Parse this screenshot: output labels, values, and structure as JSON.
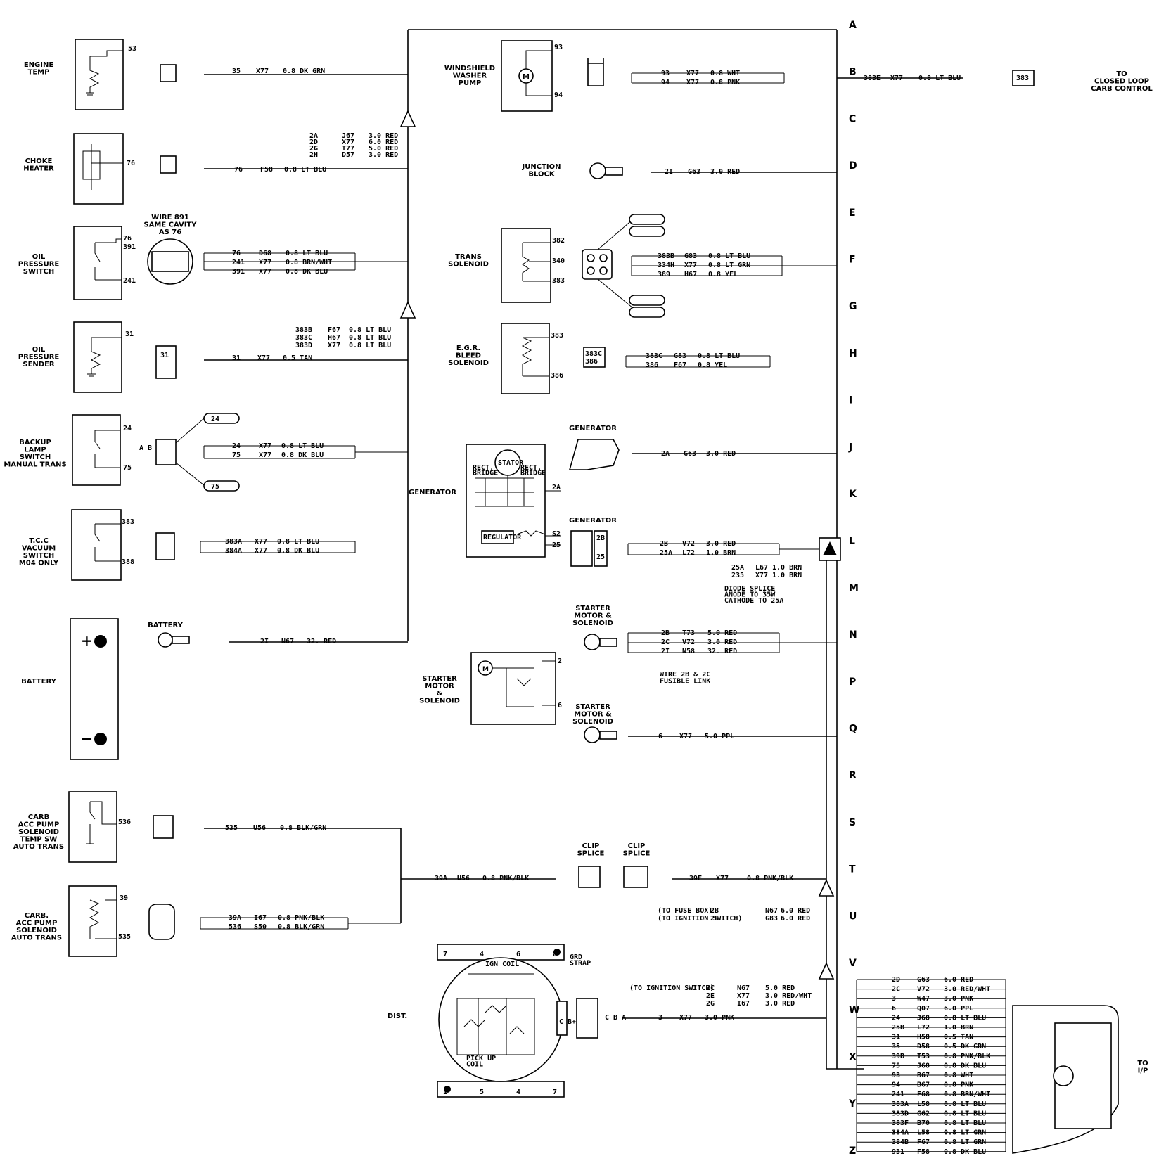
{
  "rows": [
    "A",
    "B",
    "C",
    "D",
    "E",
    "F",
    "G",
    "H",
    "I",
    "J",
    "K",
    "L",
    "M",
    "N",
    "P",
    "Q",
    "R",
    "S",
    "T",
    "U",
    "V",
    "W",
    "X",
    "Y",
    "Z"
  ],
  "components": {
    "engine_temp": {
      "name": "ENGINE\nTEMP",
      "pin": "53",
      "wire": [
        "35",
        "X77",
        "0.8 DK GRN"
      ]
    },
    "choke_heater": {
      "name": "CHOKE\nHEATER",
      "pin": "76",
      "conn": "76",
      "wire": [
        "76",
        "F58",
        "0.8 LT BLU"
      ]
    },
    "oil_pressure_switch": {
      "name": "OIL\nPRESSURE\nSWITCH",
      "pins": [
        "76",
        "391",
        "241"
      ],
      "note": "WIRE 891\nSAME CAVITY\nAS 76",
      "wires": [
        [
          "76",
          "D68",
          "0.8 LT BLU"
        ],
        [
          "241",
          "X77",
          "0.8 BRN/WHT"
        ],
        [
          "391",
          "X77",
          "0.8 DK BLU"
        ]
      ]
    },
    "oil_pressure_sender": {
      "name": "OIL\nPRESSURE\nSENDER",
      "pin": "31",
      "conn": "31",
      "wire": [
        "31",
        "X77",
        "0.5 TAN"
      ]
    },
    "backup_lamp": {
      "name": "BACKUP\nLAMP\nSWITCH\nMANUAL TRANS",
      "pins": [
        "24",
        "75"
      ],
      "conn_side": "A B",
      "wires": [
        [
          "24",
          "X77",
          "0.8 LT BLU"
        ],
        [
          "75",
          "X77",
          "0.8 DK BLU"
        ]
      ]
    },
    "tcc_switch": {
      "name": "T.C.C\nVACUUM\nSWITCH\nM04 ONLY",
      "pins": [
        "383",
        "388"
      ],
      "wires": [
        [
          "383A",
          "X77",
          "0.8 LT BLU"
        ],
        [
          "384A",
          "X77",
          "0.8 DK BLU"
        ]
      ]
    },
    "battery": {
      "name": "BATTERY",
      "term_label": "BATTERY",
      "wire": [
        "2I",
        "N67",
        "32. RED"
      ]
    },
    "carb_acc_sw": {
      "name": "CARB\nACC PUMP\nSOLENOID\nTEMP SW\nAUTO TRANS",
      "pin": "536",
      "wire": [
        "535",
        "U56",
        "0.8 BLK/GRN"
      ]
    },
    "carb_acc_sol": {
      "name": "CARB.\nACC PUMP\nSOLENOID\nAUTO TRANS",
      "pins": [
        "39",
        "535"
      ],
      "wires": [
        [
          "39A",
          "I67",
          "0.8 PNK/BLK"
        ],
        [
          "536",
          "S50",
          "0.8 BLK/GRN"
        ]
      ]
    },
    "left_bus_group": [
      "2A",
      "2D",
      "2G",
      "2H"
    ],
    "left_bus_splice_wires": [
      [
        "J67",
        "3.0 RED"
      ],
      [
        "X77",
        "6.0 RED"
      ],
      [
        "T77",
        "5.0 RED"
      ],
      [
        "D57",
        "3.0 RED"
      ]
    ],
    "left_bus_group2": [
      [
        "383B",
        "F67",
        "0.8 LT BLU"
      ],
      [
        "383C",
        "H67",
        "0.8 LT BLU"
      ],
      [
        "383D",
        "X77",
        "0.8 LT BLU"
      ]
    ],
    "windshield_pump": {
      "name": "WINDSHIELD\nWASHER\nPUMP",
      "pins": [
        "93",
        "94"
      ],
      "wires": [
        [
          "93",
          "X77",
          "0.8 WHT"
        ],
        [
          "94",
          "X77",
          "0.8 PNK"
        ]
      ]
    },
    "closed_loop": {
      "wire": [
        "383E",
        "X77",
        "0.8 LT BLU"
      ],
      "dest": "TO\nCLOSED LOOP\nCARB CONTROL",
      "conn": "383"
    },
    "junction_block": {
      "name": "JUNCTION\nBLOCK",
      "wire": [
        "2I",
        "G63",
        "3.0 RED"
      ]
    },
    "trans_solenoid": {
      "name": "TRANS\nSOLENOID",
      "pins": [
        "382",
        "340",
        "383"
      ],
      "wires": [
        [
          "383B",
          "G83",
          "0.8 LT BLU"
        ],
        [
          "334H",
          "X77",
          "0.8 LT GRN"
        ],
        [
          "389",
          "H67",
          "0.8 YEL"
        ]
      ]
    },
    "egr_solenoid": {
      "name": "E.G.R.\nBLEED\nSOLENOID",
      "pins": [
        "383",
        "386"
      ],
      "conn": [
        "383C",
        "386"
      ],
      "wires": [
        [
          "383C",
          "G83",
          "0.8 LT BLU"
        ],
        [
          "386",
          "F67",
          "0.8 YEL"
        ]
      ]
    },
    "generator_top": {
      "name": "GENERATOR",
      "wire": [
        "2A",
        "G63",
        "3.0 RED"
      ]
    },
    "generator_schem": {
      "name": "GENERATOR",
      "labels": [
        "STATOR",
        "RECT.\nBRIDGE",
        "RECT.\nBRIDGE",
        "REGULATOR",
        "2A",
        "S2",
        "25"
      ]
    },
    "generator_conn": {
      "name": "GENERATOR",
      "pins": [
        "2B",
        "25"
      ],
      "wires": [
        [
          "2B",
          "V72",
          "3.0 RED"
        ],
        [
          "25A",
          "L72",
          "1.0 BRN"
        ]
      ]
    },
    "diode_splice": {
      "wires": [
        [
          "25A",
          "L67",
          "1.0 BRN"
        ],
        [
          "235",
          "X77",
          "1.0 BRN"
        ]
      ],
      "note": "DIODE SPLICE\nANODE TO 35W\nCATHODE TO 25A"
    },
    "starter_top": {
      "name": "STARTER\nMOTOR &\nSOLENOID",
      "wires": [
        [
          "2B",
          "T73",
          "5.0 RED"
        ],
        [
          "2C",
          "V72",
          "3.0 RED"
        ],
        [
          "2I",
          "N58",
          "32. RED"
        ]
      ],
      "note": "WIRE 2B & 2C\nFUSIBLE LINK"
    },
    "starter_schem": {
      "name": "STARTER\nMOTOR\n&\nSOLENOID",
      "pins": [
        "2",
        "6"
      ]
    },
    "starter_bottom": {
      "name": "STARTER\nMOTOR &\nSOLENOID",
      "wire": [
        "6",
        "X77",
        "5.0 PPL"
      ]
    },
    "clip_splices": {
      "left": "CLIP\nSPLICE",
      "right": "CLIP\nSPLICE",
      "wire_in": [
        "39A",
        "U56",
        "0.8 PNK/BLK"
      ],
      "wire_out": [
        "39F",
        "X77",
        "0.8 PNK/BLK"
      ]
    },
    "fuse_notes": [
      [
        "(TO FUSE BOX)",
        "2B",
        "N67",
        "6.0 RED"
      ],
      [
        "(TO IGNITION SWITCH)",
        "2F",
        "G83",
        "6.0 RED"
      ]
    ],
    "distributor": {
      "name": "DIST.",
      "labels": [
        "IGN COIL",
        "PICK UP\nCOIL",
        "GRD\nSTRAP",
        "C B+",
        "C B A"
      ],
      "top_pins": [
        "7",
        "4",
        "6",
        "8"
      ],
      "bot_pins": [
        "1",
        "5",
        "4",
        "7"
      ],
      "ign_wires": [
        [
          "(TO IGNITION SWITCH)",
          "2C",
          "N67",
          "5.0 RED"
        ],
        [
          "",
          "2E",
          "X77",
          "3.0 RED/WHT"
        ],
        [
          "",
          "2G",
          "I67",
          "3.0 RED"
        ]
      ],
      "wire": [
        "3",
        "X77",
        "3.0 PNK"
      ]
    },
    "ip_table": [
      [
        "2D",
        "G63",
        "6.0 RED"
      ],
      [
        "2C",
        "V72",
        "3.0 RED/WHT"
      ],
      [
        "3",
        "W47",
        "3.0 PNK"
      ],
      [
        "6",
        "Q07",
        "6.0 PPL"
      ],
      [
        "24",
        "J68",
        "0.8 LT BLU"
      ],
      [
        "25B",
        "L72",
        "1.0 BRN"
      ],
      [
        "31",
        "H58",
        "0.5 TAN"
      ],
      [
        "35",
        "D58",
        "0.5 DK GRN"
      ],
      [
        "39B",
        "T53",
        "0.8 PNK/BLK"
      ],
      [
        "75",
        "J68",
        "0.8 DK BLU"
      ],
      [
        "93",
        "B67",
        "0.8 WHT"
      ],
      [
        "94",
        "B67",
        "0.8 PNK"
      ],
      [
        "241",
        "F68",
        "0.8 BRN/WHT"
      ],
      [
        "383A",
        "L58",
        "0.8 LT BLU"
      ],
      [
        "383D",
        "G62",
        "0.8 LT BLU"
      ],
      [
        "383F",
        "B70",
        "0.8 LT BLU"
      ],
      [
        "384A",
        "L58",
        "0.8 LT GRN"
      ],
      [
        "384B",
        "F67",
        "0.8 LT GRN"
      ],
      [
        "931",
        "F58",
        "0.8 DK BLU"
      ]
    ],
    "ip_dest": "TO\nI/P"
  }
}
